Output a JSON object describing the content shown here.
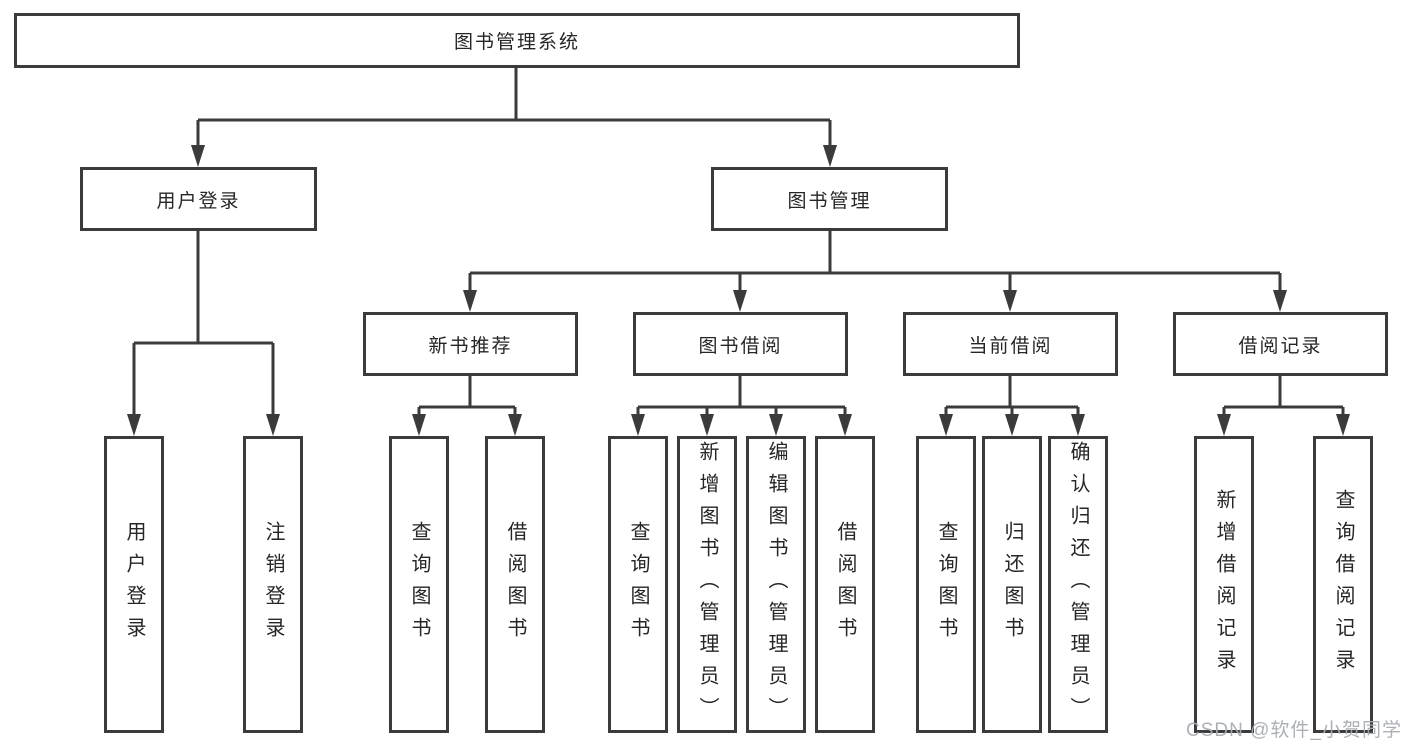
{
  "colors": {
    "line": "#3b3b3b",
    "box_border": "#3b3b3b",
    "text": "#262626",
    "watermark": "#a8acb5",
    "background": "#ffffff"
  },
  "watermark": "CSDN @软件_小贺同学",
  "diagram": {
    "root": {
      "label": "图书管理系统"
    },
    "branches": [
      {
        "label": "用户登录",
        "children": [
          {
            "label": "用户登录"
          },
          {
            "label": "注销登录"
          }
        ]
      },
      {
        "label": "图书管理",
        "groups": [
          {
            "label": "新书推荐",
            "children": [
              {
                "label": "查询图书"
              },
              {
                "label": "借阅图书"
              }
            ]
          },
          {
            "label": "图书借阅",
            "children": [
              {
                "label": "查询图书"
              },
              {
                "label": "新增图书（管理员）"
              },
              {
                "label": "编辑图书（管理员）"
              },
              {
                "label": "借阅图书"
              }
            ]
          },
          {
            "label": "当前借阅",
            "children": [
              {
                "label": "查询图书"
              },
              {
                "label": "归还图书"
              },
              {
                "label": "确认归还（管理员）"
              }
            ]
          },
          {
            "label": "借阅记录",
            "children": [
              {
                "label": "新增借阅记录"
              },
              {
                "label": "查询借阅记录"
              }
            ]
          }
        ]
      }
    ]
  }
}
